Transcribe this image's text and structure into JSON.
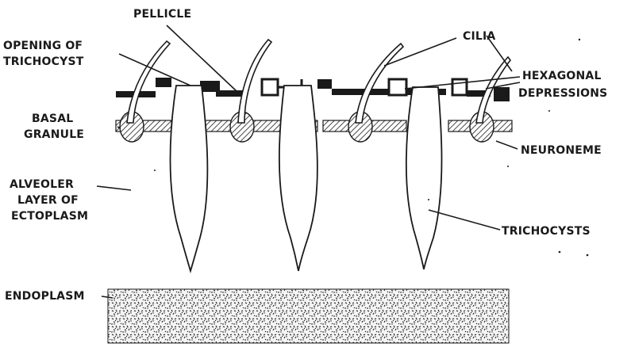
{
  "labels": {
    "pellicle": "PELLICLE",
    "cilia": "CILIA",
    "opening_line1": "OPENING OF",
    "opening_line2": "TRICHOCYST",
    "hexagonal_line1": "HEXAGONAL",
    "hexagonal_line2": "DEPRESSIONS",
    "basal_line1": "BASAL",
    "basal_line2": "GRANULE",
    "neuroneme": "NEURONEME",
    "alveoler_line1": "ALVEOLER",
    "alveoler_line2": "LAYER OF",
    "alveoler_line3": "ECTOPLASM",
    "trichocysts": "TRICHOCYSTS",
    "endoplasm": "ENDOPLASM"
  },
  "colors": {
    "ink": "#1a1a1a",
    "paper": "#ffffff"
  }
}
